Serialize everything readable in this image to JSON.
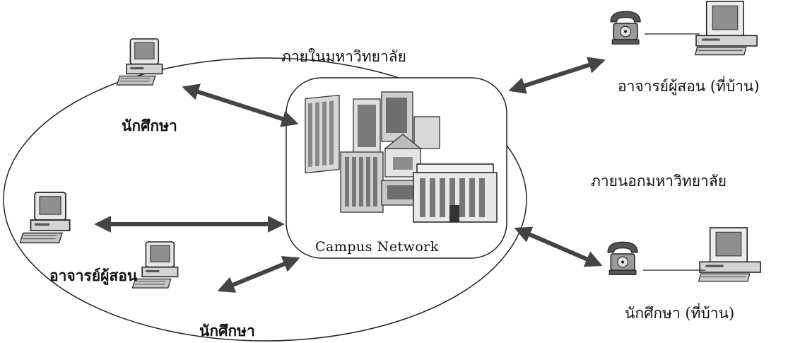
{
  "labels": {
    "inside": "ภายในมหาวิทยาลัย",
    "outside": "ภายนอกมหาวิทยาลัย",
    "student_top": "นักศึกษา",
    "teacher": "อาจารย์ผู้สอน",
    "student_bottom": "นักศึกษา",
    "campus_network": "Campus Network",
    "teacher_home": "อาจารย์ผู้สอน (ที่บ้าน)",
    "student_home": "นักศึกษา (ที่บ้าน)"
  },
  "colors": {
    "arrow": "#444444",
    "outline": "#222222",
    "screen": "#8f8f8f",
    "building_light": "#d8d8d8",
    "building_dark": "#6e6e6e"
  },
  "icons": [
    "computer-icon",
    "telephone-icon",
    "campus-buildings-icon",
    "double-arrow-icon"
  ]
}
